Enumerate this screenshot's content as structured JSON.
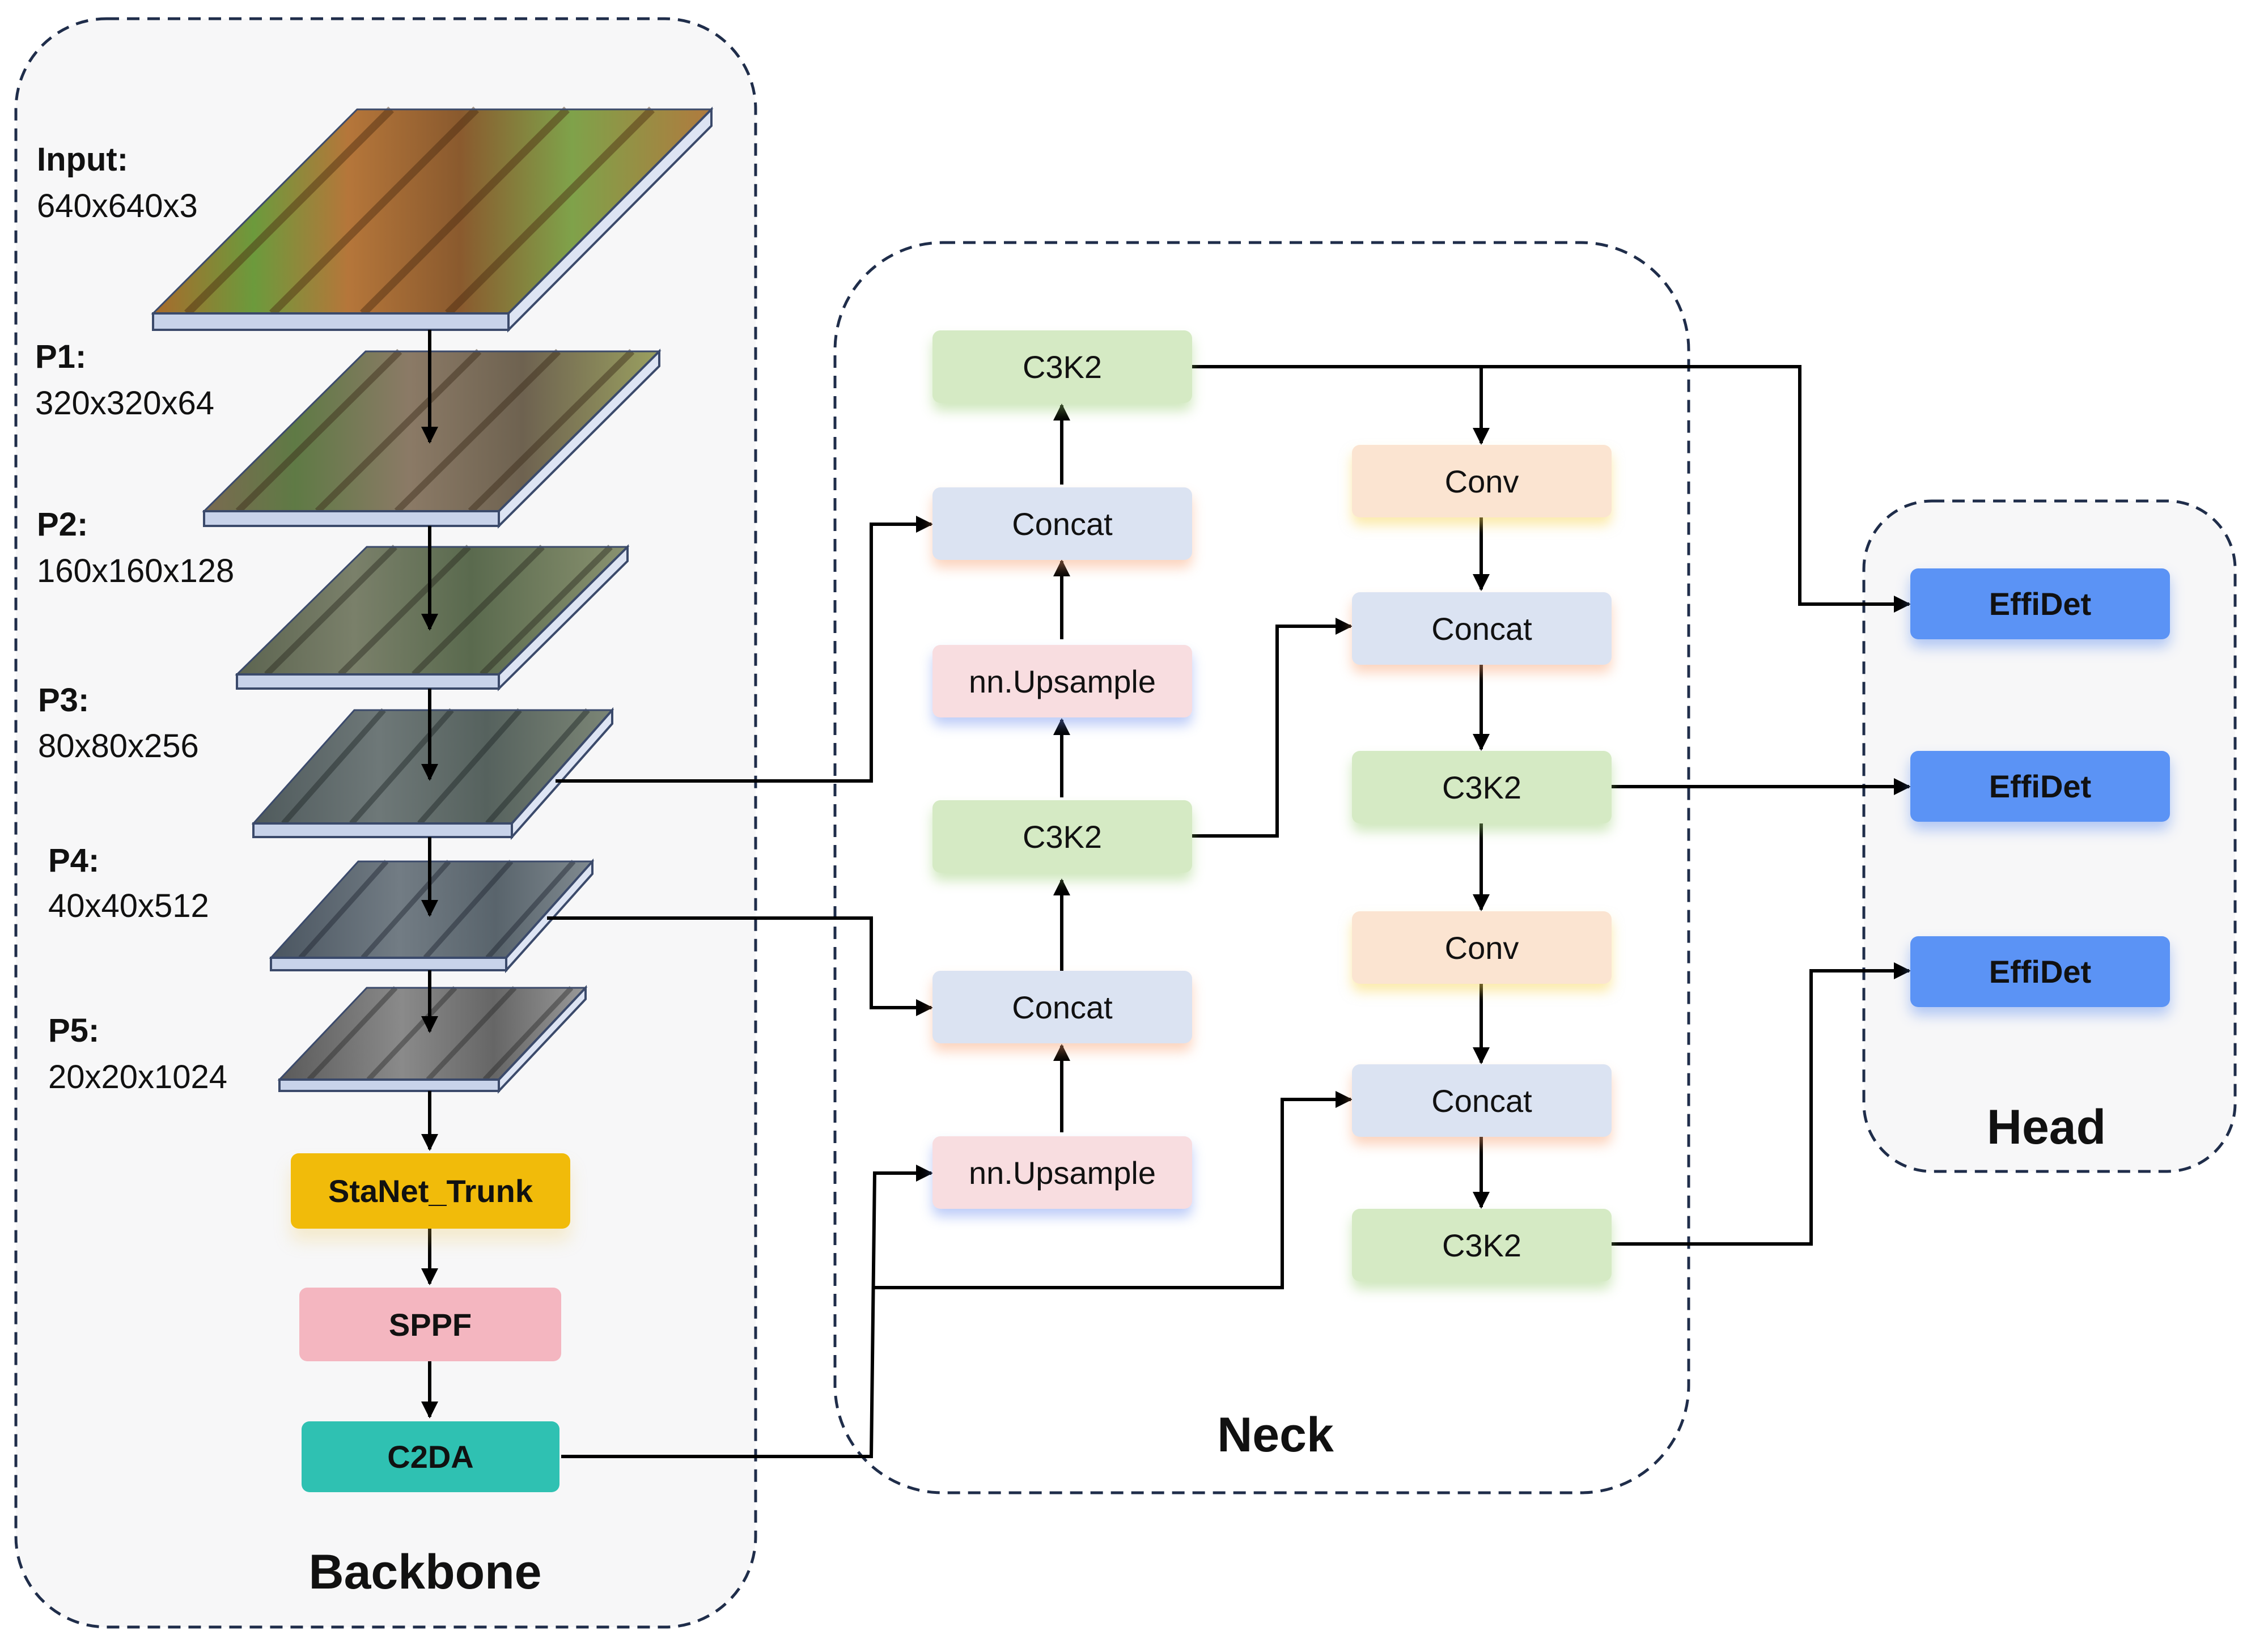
{
  "colors": {
    "panel_fill": "#f7f7f8",
    "panel_border": "#1f2d4a",
    "arrow": "#000000",
    "c3k2": "#d5eac4",
    "concat": "#dbe3f2",
    "upsample": "#f8dde0",
    "conv": "#fbe4d1",
    "effidet": "#5b93f5",
    "stanet": "#f1bb0a",
    "sppf": "#f4b6c0",
    "c2da": "#2fc1b2"
  },
  "panels": {
    "backbone": "Backbone",
    "neck": "Neck",
    "head": "Head"
  },
  "layers": [
    {
      "name": "Input:",
      "dim": "640x640x3"
    },
    {
      "name": "P1:",
      "dim": "320x320x64"
    },
    {
      "name": "P2:",
      "dim": "160x160x128"
    },
    {
      "name": "P3:",
      "dim": "80x80x256"
    },
    {
      "name": "P4:",
      "dim": "40x40x512"
    },
    {
      "name": "P5:",
      "dim": "20x20x1024"
    }
  ],
  "backbone_blocks": {
    "stanet": "StaNet_Trunk",
    "sppf": "SPPF",
    "c2da": "C2DA"
  },
  "neck_blocks": {
    "c3k2_top": "C3K2",
    "concat_left_1": "Concat",
    "upsample_1": "nn.Upsample",
    "c3k2_mid": "C3K2",
    "concat_left_2": "Concat",
    "upsample_2": "nn.Upsample",
    "conv_1": "Conv",
    "concat_right_1": "Concat",
    "c3k2_right_1": "C3K2",
    "conv_2": "Conv",
    "concat_right_2": "Concat",
    "c3k2_right_2": "C3K2"
  },
  "head_blocks": {
    "effidet_1": "EffiDet",
    "effidet_2": "EffiDet",
    "effidet_3": "EffiDet"
  }
}
